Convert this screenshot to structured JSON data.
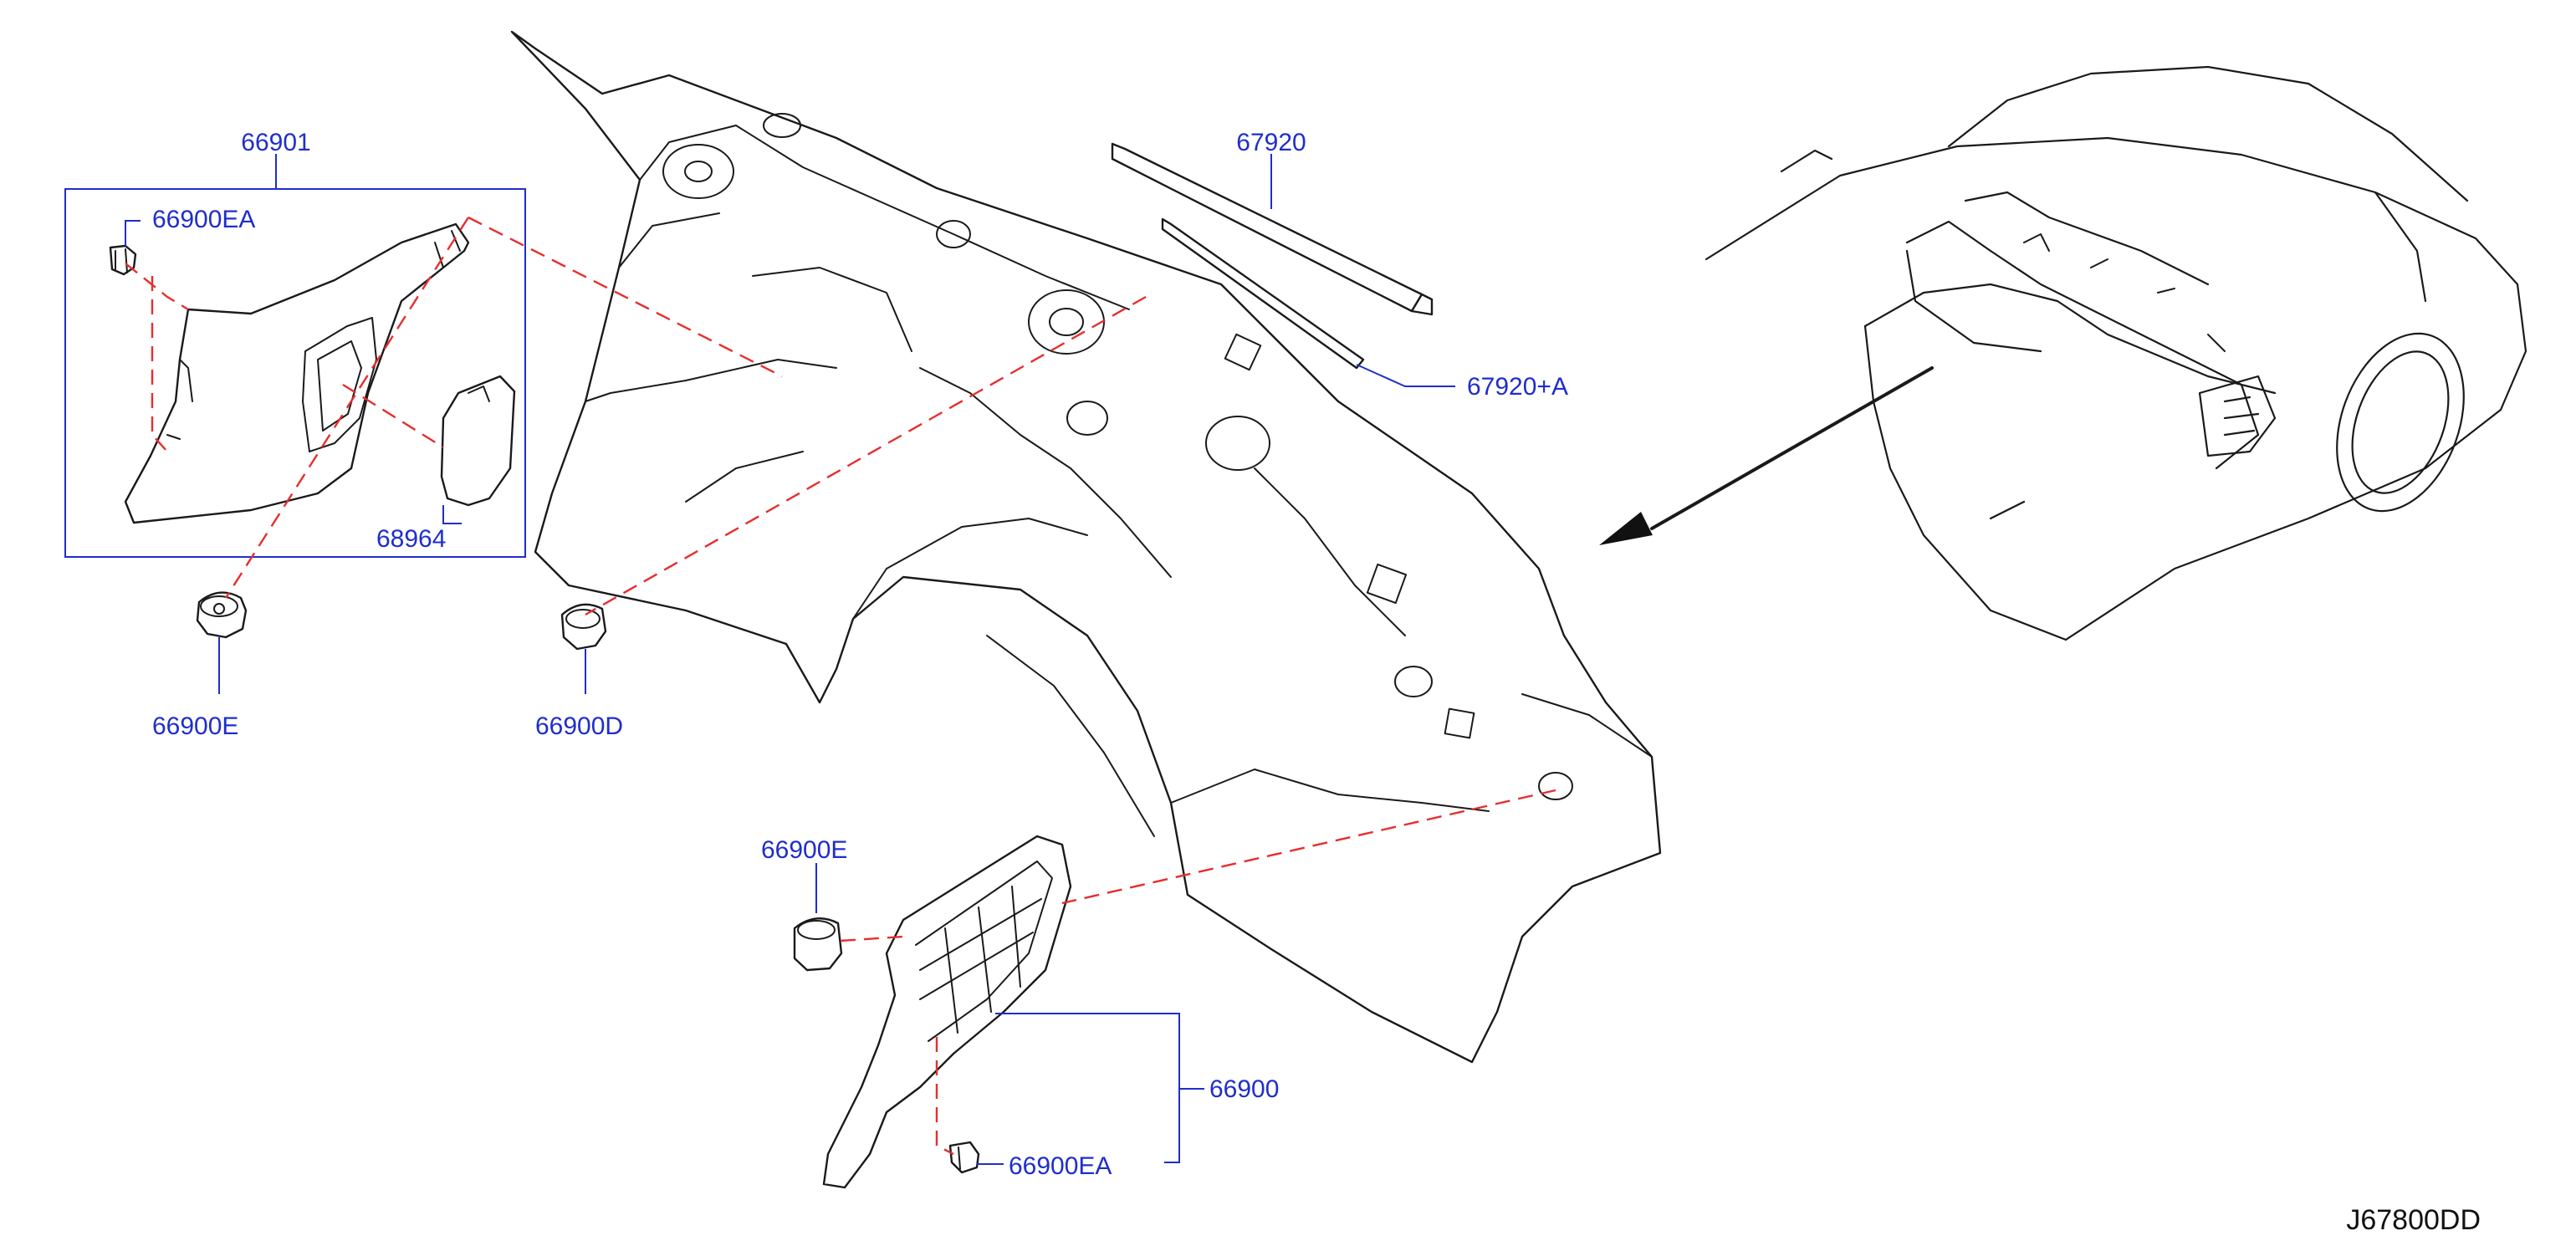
{
  "labels": {
    "p66901": "66901",
    "p66900ea_top": "66900EA",
    "p68964": "68964",
    "p66900e_left": "66900E",
    "p66900d": "66900D",
    "p67920": "67920",
    "p67920a": "67920+A",
    "p66900e_bottom": "66900E",
    "p66900": "66900",
    "p66900ea_bottom": "66900EA"
  },
  "diagram_code": "J67800DD",
  "colors": {
    "label": "#1f2ecc",
    "dashed_guides": "#e62e2e",
    "linework": "#1a1a1a"
  }
}
